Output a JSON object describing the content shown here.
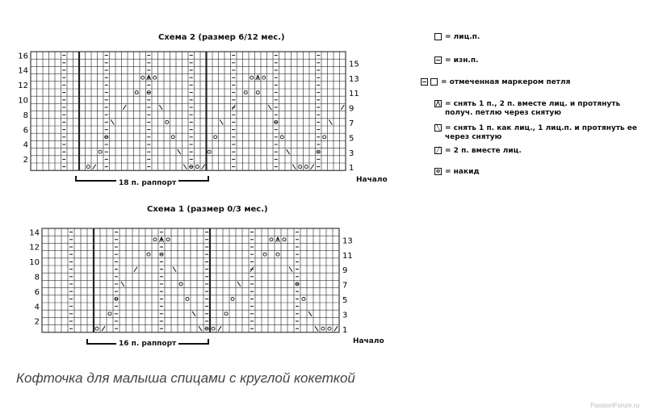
{
  "charts": [
    {
      "id": "scheme2",
      "title": "Схема 2 (размер 6/12 мес.)",
      "rows": 16,
      "cols": 52,
      "left_numbers": [
        "16",
        "14",
        "12",
        "10",
        "8",
        "6",
        "4",
        "2"
      ],
      "right_numbers": [
        "15",
        "13",
        "11",
        "9",
        "7",
        "5",
        "3",
        "1"
      ],
      "rapport_label": "18 п. раппорт",
      "start_label": "Начало"
    },
    {
      "id": "scheme1",
      "title": "Схема 1 (размер 0/3 мес.)",
      "rows": 14,
      "cols": 46,
      "left_numbers": [
        "14",
        "12",
        "10",
        "8",
        "6",
        "4",
        "2"
      ],
      "right_numbers": [
        "13",
        "11",
        "9",
        "7",
        "5",
        "3",
        "1"
      ],
      "rapport_label": "16 п. раппорт",
      "start_label": "Начало"
    }
  ],
  "legend": [
    {
      "symbols": [
        "box"
      ],
      "text": "= лиц.п."
    },
    {
      "symbols": [
        "dash"
      ],
      "text": "= изн.п."
    },
    {
      "symbols": [
        "dash",
        "box"
      ],
      "text": "= отмеченная маркером петля"
    },
    {
      "symbols": [
        "^"
      ],
      "text": "= снять 1 п., 2 п. вместе лиц. и протянуть получ. петлю через снятую"
    },
    {
      "symbols": [
        "\\"
      ],
      "text": "= снять 1 п. как лиц., 1 лиц.п. и протянуть ее через снятую"
    },
    {
      "symbols": [
        "/"
      ],
      "text": "= 2 п. вместе лиц."
    },
    {
      "symbols": [
        "o"
      ],
      "text": "= накид"
    }
  ],
  "caption": "Кофточка для малыша спицами с круглой кокеткой",
  "watermark": "PassionForum.ru"
}
